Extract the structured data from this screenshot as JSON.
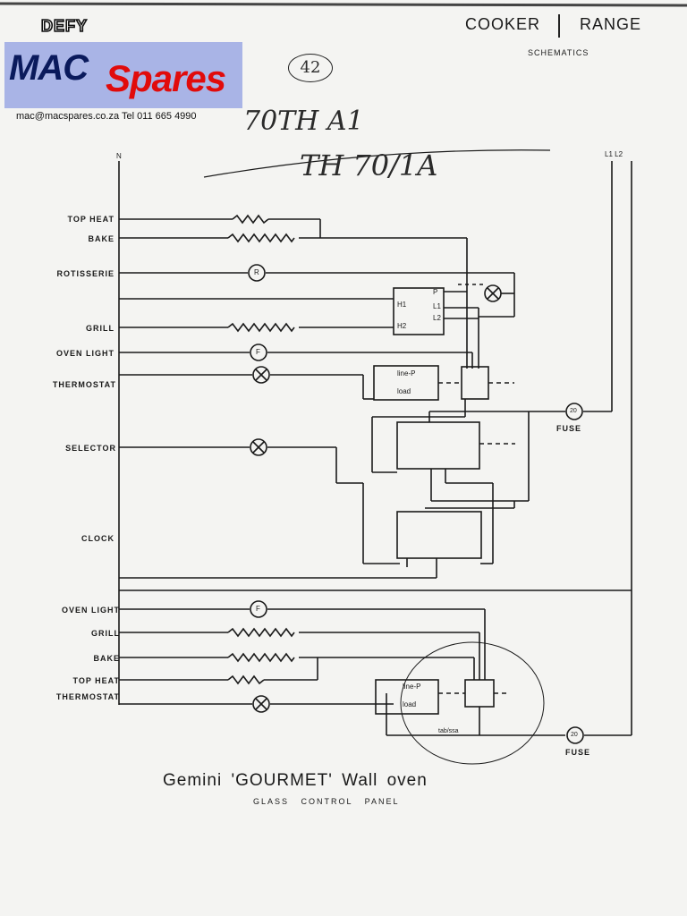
{
  "header": {
    "brand_stamp": "DEFY",
    "category_left": "COOKER",
    "category_right": "RANGE",
    "category_sub": "SCHEMATICS"
  },
  "logo": {
    "mac": "MAC",
    "spares": "Spares",
    "contact": "mac@macspares.co.za  Tel 011 665 4990",
    "colors": {
      "box": "#a9b4e6",
      "mac": "#0a1a5c",
      "spares": "#e10b0b"
    }
  },
  "handwriting": {
    "page_number": "42",
    "model_1": "70TH A1",
    "model_2": "TH 70/1A"
  },
  "diagram": {
    "neutral": "N",
    "phases": "L1 L2",
    "upper_labels": [
      "TOP HEAT",
      "BAKE",
      "ROTISSERIE",
      "GRILL",
      "OVEN LIGHT",
      "THERMOSTAT",
      "SELECTOR",
      "CLOCK"
    ],
    "lower_labels": [
      "OVEN LIGHT",
      "GRILL",
      "BAKE",
      "TOP HEAT",
      "THERMOSTAT"
    ],
    "thermostat_terms": {
      "line": "line-P",
      "load": "load"
    },
    "lower_thermostat_terms": {
      "line": "line-P",
      "load": "load"
    },
    "simmerstat_terms": [
      "P",
      "L1",
      "L2",
      "H1",
      "H2"
    ],
    "fuse_rating": "20",
    "fuse_label": "FUSE",
    "rotisserie_symbol": "R",
    "lamp_symbol": "F",
    "lower_note": "tab/ssa"
  },
  "footer": {
    "title": "Gemini  'GOURMET'  Wall  oven",
    "subtitle": "GLASS  CONTROL  PANEL"
  }
}
